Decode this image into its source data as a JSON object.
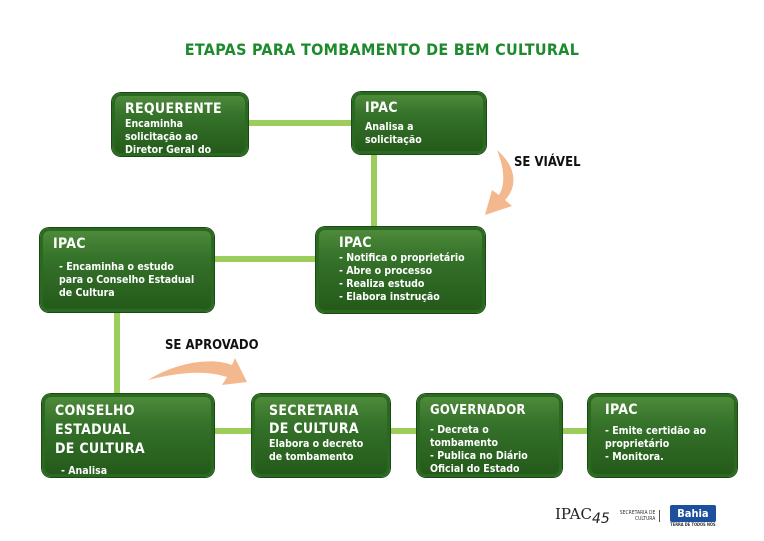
{
  "title": "ETAPAS PARA TOMBAMENTO DE BEM CULTURAL",
  "boxes": {
    "requerente": {
      "title": "REQUERENTE",
      "text": "Encaminha solicitação ao\nDiretor Geral do IPAC"
    },
    "ipac_analisa": {
      "title": "IPAC",
      "text": "Analisa a solicitação"
    },
    "ipac_estudo": {
      "title": "IPAC",
      "text": "- Notifica o proprietário\n- Abre o processo\n- Realiza estudo\n- Elabora instrução"
    },
    "ipac_encaminha": {
      "title": "IPAC",
      "text": "- Encaminha o estudo\n  para o Conselho Estadual\n  de Cultura"
    },
    "conselho": {
      "title": "CONSELHO ESTADUAL\nDE CULTURA",
      "text": "- Analisa"
    },
    "secretaria": {
      "title": "SECRETARIA\nDE CULTURA",
      "text": "Elabora o decreto\nde tombamento"
    },
    "governador": {
      "title": "GOVERNADOR",
      "text": "- Decreta o tombamento\n- Publica no Diário\n  Oficial do Estado"
    },
    "ipac_final": {
      "title": "IPAC",
      "text": "- Emite certidão ao\n  proprietário\n- Monitora."
    }
  },
  "labels": {
    "se_viavel": "SE VIÁVEL",
    "se_aprovado": "SE APROVADO"
  },
  "logos": {
    "ipac": "IPAC",
    "ipac_years": "45",
    "secretaria": "SECRETARIA DE\nCULTURA",
    "bahia": "Bahia",
    "bahia_tagline": "TERRA DE TODOS NÓS"
  },
  "colors": {
    "box": "#35722a",
    "connector": "#9ccd5a",
    "arrow": "#f4b88e",
    "title": "#1e8a2e"
  }
}
